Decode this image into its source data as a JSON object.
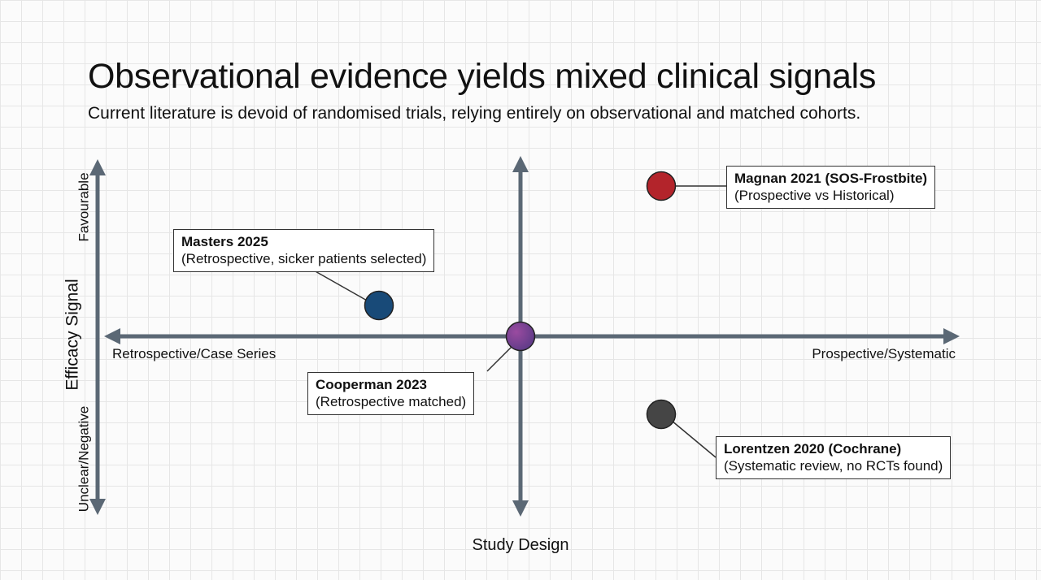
{
  "slide": {
    "title": "Observational evidence yields mixed clinical signals",
    "subtitle": "Current literature is devoid of randomised trials, relying entirely on observational and matched cohorts."
  },
  "axes": {
    "x_title": "Study Design",
    "y_title": "Efficacy Signal",
    "x_left_label": "Retrospective/Case Series",
    "x_right_label": "Prospective/Systematic",
    "y_top_label": "Favourable",
    "y_bottom_label": "Unclear/Negative"
  },
  "studies": [
    {
      "name": "Magnan 2021 (SOS-Frostbite)",
      "description": "(Prospective vs Historical)",
      "color": "#b3242b"
    },
    {
      "name": "Masters 2025",
      "description": "(Retrospective, sicker patients selected)",
      "color": "#184a78"
    },
    {
      "name": "Cooperman 2023",
      "description": "(Retrospective matched)",
      "color": "#7a3f8c"
    },
    {
      "name": "Lorentzen 2020 (Cochrane)",
      "description": "(Systematic review, no RCTs found)",
      "color": "#454545"
    }
  ],
  "colors": {
    "axis": "#5b6875",
    "callout_border": "#333333"
  }
}
